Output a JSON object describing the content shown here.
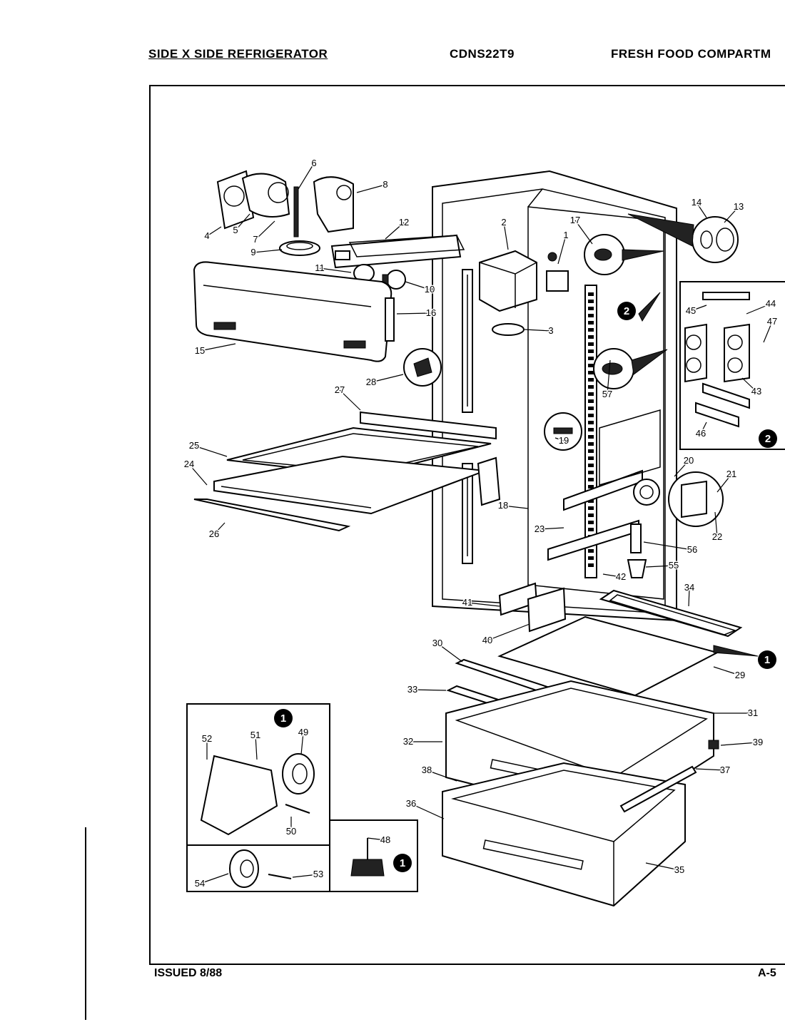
{
  "header": {
    "left": "SIDE X SIDE REFRIGERATOR",
    "model": "CDNS22T9",
    "right": "FRESH FOOD COMPARTM"
  },
  "footer": {
    "issued": "ISSUED 8/88",
    "page": "A-5"
  },
  "callout_badges": [
    "1",
    "2"
  ],
  "part_numbers": [
    "1",
    "2",
    "3",
    "4",
    "5",
    "6",
    "7",
    "8",
    "9",
    "10",
    "11",
    "12",
    "13",
    "14",
    "15",
    "16",
    "17",
    "18",
    "19",
    "20",
    "21",
    "22",
    "23",
    "24",
    "25",
    "26",
    "27",
    "28",
    "29",
    "30",
    "31",
    "32",
    "33",
    "34",
    "35",
    "36",
    "37",
    "38",
    "39",
    "40",
    "41",
    "42",
    "43",
    "44",
    "45",
    "46",
    "47",
    "48",
    "49",
    "50",
    "51",
    "52",
    "53",
    "54",
    "55",
    "56",
    "57"
  ]
}
